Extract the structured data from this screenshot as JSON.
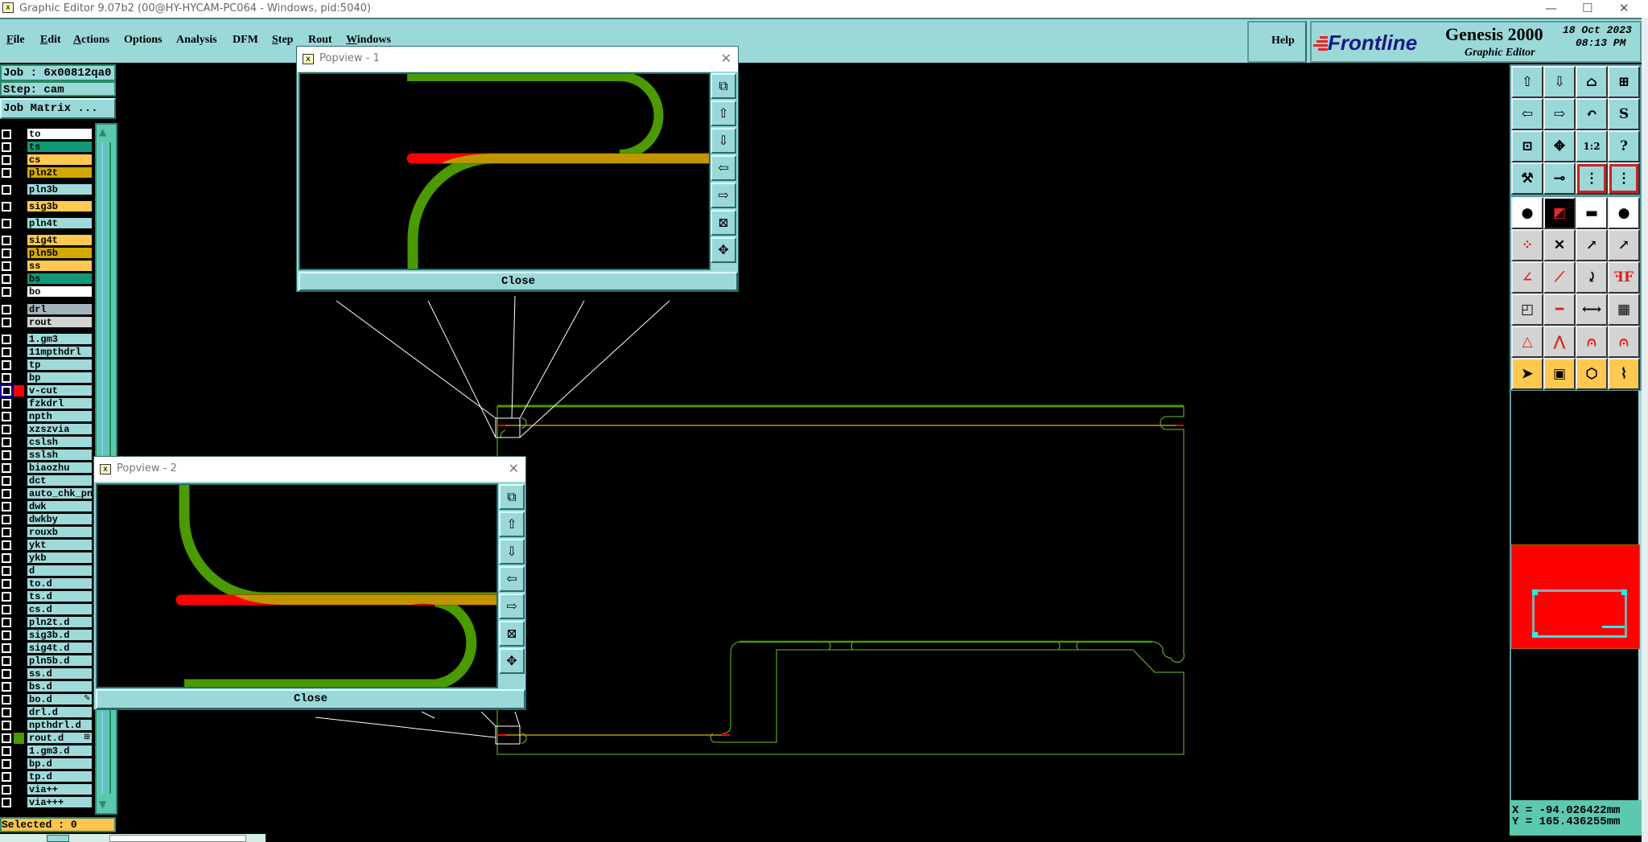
{
  "window": {
    "title": "Graphic Editor 9.07b2 (00@HY-HYCAM-PC064 - Windows, pid:5040)",
    "minimize": "—",
    "maximize": "☐",
    "close": "✕"
  },
  "menu": [
    {
      "label": "File",
      "u": "F",
      "rest": "ile"
    },
    {
      "label": "Edit",
      "u": "E",
      "rest": "dit"
    },
    {
      "label": "Actions",
      "u": "A",
      "rest": "ctions"
    },
    {
      "label": "Options",
      "u": "",
      "rest": "Options"
    },
    {
      "label": "Analysis",
      "u": "",
      "rest": "Analysis"
    },
    {
      "label": "DFM",
      "u": "",
      "rest": "DFM"
    },
    {
      "label": "Step",
      "u": "S",
      "rest": "tep"
    },
    {
      "label": "Rout",
      "u": "",
      "rest": "Rout"
    },
    {
      "label": "Windows",
      "u": "W",
      "rest": "indows"
    }
  ],
  "help": "Help",
  "logo": {
    "brand": "Frontline",
    "product": "Genesis 2000",
    "subtitle": "Graphic Editor",
    "date": "18 Oct 2023",
    "time": "08:13 PM"
  },
  "job": {
    "job": "Job : 6x00812qa0",
    "step": "Step: cam",
    "matrix": "Job Matrix ..."
  },
  "layers": [
    {
      "name": "to",
      "bg": "#ffffff",
      "g": 0
    },
    {
      "name": "ts",
      "bg": "#119977",
      "g": 0
    },
    {
      "name": "cs",
      "bg": "#ffc850",
      "g": 0
    },
    {
      "name": "pln2t",
      "bg": "#d4a800",
      "g": 0
    },
    {
      "name": "pln3b",
      "bg": "#9fdada",
      "g": 1
    },
    {
      "name": "sig3b",
      "bg": "#ffc850",
      "g": 2
    },
    {
      "name": "pln4t",
      "bg": "#9fdada",
      "g": 3
    },
    {
      "name": "sig4t",
      "bg": "#ffc850",
      "g": 4
    },
    {
      "name": "pln5b",
      "bg": "#d4a800",
      "g": 4
    },
    {
      "name": "ss",
      "bg": "#ffc850",
      "g": 4
    },
    {
      "name": "bs",
      "bg": "#119977",
      "g": 4
    },
    {
      "name": "bo",
      "bg": "#ffffff",
      "g": 4
    },
    {
      "name": "drl",
      "bg": "#a3b4bc",
      "g": 5
    },
    {
      "name": "rout",
      "bg": "#d3d3d3",
      "g": 5
    },
    {
      "name": "1.gm3",
      "bg": "#9fdada",
      "g": 6
    },
    {
      "name": "11mpthdrl",
      "bg": "#9fdada",
      "g": 6
    },
    {
      "name": "tp",
      "bg": "#9fdada",
      "g": 6
    },
    {
      "name": "bp",
      "bg": "#9fdada",
      "g": 6
    },
    {
      "name": "v-cut",
      "bg": "#9fdada",
      "g": 6,
      "swatch": "#ff0000",
      "highlight": true
    },
    {
      "name": "fzkdrl",
      "bg": "#9fdada",
      "g": 6
    },
    {
      "name": "npth",
      "bg": "#9fdada",
      "g": 6
    },
    {
      "name": "xzszvia",
      "bg": "#9fdada",
      "g": 6
    },
    {
      "name": "cslsh",
      "bg": "#9fdada",
      "g": 6
    },
    {
      "name": "sslsh",
      "bg": "#9fdada",
      "g": 6
    },
    {
      "name": "biaozhu",
      "bg": "#9fdada",
      "g": 6
    },
    {
      "name": "dct",
      "bg": "#9fdada",
      "g": 6
    },
    {
      "name": "auto_chk_pnl",
      "bg": "#9fdada",
      "g": 6
    },
    {
      "name": "dwk",
      "bg": "#9fdada",
      "g": 6
    },
    {
      "name": "dwkby",
      "bg": "#9fdada",
      "g": 6
    },
    {
      "name": "rouxb",
      "bg": "#9fdada",
      "g": 6
    },
    {
      "name": "ykt",
      "bg": "#9fdada",
      "g": 6
    },
    {
      "name": "ykb",
      "bg": "#9fdada",
      "g": 6
    },
    {
      "name": "d",
      "bg": "#9fdada",
      "g": 6
    },
    {
      "name": "to.d",
      "bg": "#9fdada",
      "g": 6
    },
    {
      "name": "ts.d",
      "bg": "#9fdada",
      "g": 6
    },
    {
      "name": "cs.d",
      "bg": "#9fdada",
      "g": 6
    },
    {
      "name": "pln2t.d",
      "bg": "#9fdada",
      "g": 6
    },
    {
      "name": "sig3b.d",
      "bg": "#9fdada",
      "g": 6
    },
    {
      "name": "sig4t.d",
      "bg": "#9fdada",
      "g": 6
    },
    {
      "name": "pln5b.d",
      "bg": "#9fdada",
      "g": 6
    },
    {
      "name": "ss.d",
      "bg": "#9fdada",
      "g": 6
    },
    {
      "name": "bs.d",
      "bg": "#9fdada",
      "g": 6
    },
    {
      "name": "bo.d",
      "bg": "#9fdada",
      "g": 6,
      "marker": "✎"
    },
    {
      "name": "drl.d",
      "bg": "#9fdada",
      "g": 6
    },
    {
      "name": "npthdrl.d",
      "bg": "#9fdada",
      "g": 6
    },
    {
      "name": "rout.d",
      "bg": "#9fdada",
      "g": 6,
      "swatch": "#4a9a00",
      "marker": "⊞"
    },
    {
      "name": "1.gm3.d",
      "bg": "#9fdada",
      "g": 6
    },
    {
      "name": "bp.d",
      "bg": "#9fdada",
      "g": 6
    },
    {
      "name": "tp.d",
      "bg": "#9fdada",
      "g": 6
    },
    {
      "name": "via++",
      "bg": "#9fdada",
      "g": 6
    },
    {
      "name": "via+++",
      "bg": "#9fdada",
      "g": 6
    }
  ],
  "selected": "Selected : 0",
  "popview1": {
    "title": "Popview - 1",
    "close": "Close"
  },
  "popview2": {
    "title": "Popview - 2",
    "close": "Close"
  },
  "pop_tools": [
    {
      "icon": "zoom-window-icon",
      "g": "⧉"
    },
    {
      "icon": "pan-up-icon",
      "g": "⇧"
    },
    {
      "icon": "pan-down-icon",
      "g": "⇩"
    },
    {
      "icon": "pan-left-icon",
      "g": "⇦"
    },
    {
      "icon": "pan-right-icon",
      "g": "⇨"
    },
    {
      "icon": "zoom-in-icon",
      "g": "⊠"
    },
    {
      "icon": "zoom-out-icon",
      "g": "✥"
    }
  ],
  "right_tools": [
    {
      "icon": "pan-up-icon",
      "g": "⇧",
      "bg": "#9bd9d9"
    },
    {
      "icon": "pan-down-icon",
      "g": "⇩",
      "bg": "#9bd9d9"
    },
    {
      "icon": "home-icon",
      "g": "⌂",
      "bg": "#9bd9d9"
    },
    {
      "icon": "grid-xy-icon",
      "g": "⊞",
      "bg": "#9bd9d9"
    },
    {
      "icon": "pan-left-icon",
      "g": "⇦",
      "bg": "#9bd9d9"
    },
    {
      "icon": "pan-right-icon",
      "g": "⇨",
      "bg": "#9bd9d9"
    },
    {
      "icon": "undo-view-icon",
      "g": "↶",
      "bg": "#9bd9d9"
    },
    {
      "icon": "redraw-icon",
      "g": "S",
      "bg": "#9bd9d9"
    },
    {
      "icon": "zoom-fit-icon",
      "g": "⊡",
      "bg": "#9bd9d9"
    },
    {
      "icon": "zoom-center-icon",
      "g": "✥",
      "bg": "#9bd9d9"
    },
    {
      "icon": "scale-1-2-icon",
      "g": "1:2",
      "bg": "#9bd9d9"
    },
    {
      "icon": "help-icon",
      "g": "?",
      "bg": "#9bd9d9"
    },
    {
      "icon": "tools-icon",
      "g": "⚒",
      "bg": "#9bd9d9"
    },
    {
      "icon": "snap-icon",
      "g": "⊸",
      "bg": "#9bd9d9"
    },
    {
      "icon": "netlist-icon",
      "g": "⋮",
      "bg": "#9bd9d9",
      "red": true
    },
    {
      "icon": "netlist-compare-icon",
      "g": "⋮",
      "bg": "#9bd9d9",
      "red": true
    },
    {
      "icon": "pad-move-icon",
      "g": "●",
      "bg": "#ffffff"
    },
    {
      "icon": "measure-area-icon",
      "g": "◩",
      "bg": "#000000"
    },
    {
      "icon": "ruler-icon",
      "g": "▬",
      "bg": "#ffffff"
    },
    {
      "icon": "pad-icon",
      "g": "●",
      "bg": "#ffffff"
    },
    {
      "icon": "connect-icon",
      "g": "⁘",
      "bg": "#d3d3d3"
    },
    {
      "icon": "delete-point-icon",
      "g": "✕",
      "bg": "#d3d3d3"
    },
    {
      "icon": "move-point-icon",
      "g": "↗",
      "bg": "#d3d3d3"
    },
    {
      "icon": "move-point-filled-icon",
      "g": "↗",
      "bg": "#d3d3d3"
    },
    {
      "icon": "line-angle-icon",
      "g": "∠",
      "bg": "#d3d3d3"
    },
    {
      "icon": "line-draw-icon",
      "g": "⟋",
      "bg": "#d3d3d3"
    },
    {
      "icon": "arc-icon",
      "g": "⤸",
      "bg": "#d3d3d3"
    },
    {
      "icon": "mirror-icon",
      "g": "ꟻF",
      "bg": "#d3d3d3"
    },
    {
      "icon": "copy-pad-icon",
      "g": "◰",
      "bg": "#d3d3d3"
    },
    {
      "icon": "line-segment-icon",
      "g": "━",
      "bg": "#d3d3d3"
    },
    {
      "icon": "distance-icon",
      "g": "⟷",
      "bg": "#d3d3d3"
    },
    {
      "icon": "shapes-icon",
      "g": "▦",
      "bg": "#d3d3d3"
    },
    {
      "icon": "triangle-icon",
      "g": "△",
      "bg": "#d3d3d3"
    },
    {
      "icon": "chevron-icon",
      "g": "⋀",
      "bg": "#d3d3d3"
    },
    {
      "icon": "arch-icon",
      "g": "⩀",
      "bg": "#d3d3d3"
    },
    {
      "icon": "arch-cut-icon",
      "g": "⩀",
      "bg": "#d3d3d3"
    },
    {
      "icon": "select-icon",
      "g": "➤",
      "bg": "#ffc850"
    },
    {
      "icon": "select-box-icon",
      "g": "▣",
      "bg": "#ffc850"
    },
    {
      "icon": "select-polygon-icon",
      "g": "⬡",
      "bg": "#ffc850"
    },
    {
      "icon": "select-net-icon",
      "g": "⌇",
      "bg": "#ffc850"
    }
  ],
  "coords": {
    "x": "X = -94.026422mm",
    "y": "Y = 165.436255mm"
  },
  "colors": {
    "trace": "#4a9a00",
    "overlap": "#bf9600",
    "rout": "#ff0000",
    "outline": "#5a9a20"
  }
}
